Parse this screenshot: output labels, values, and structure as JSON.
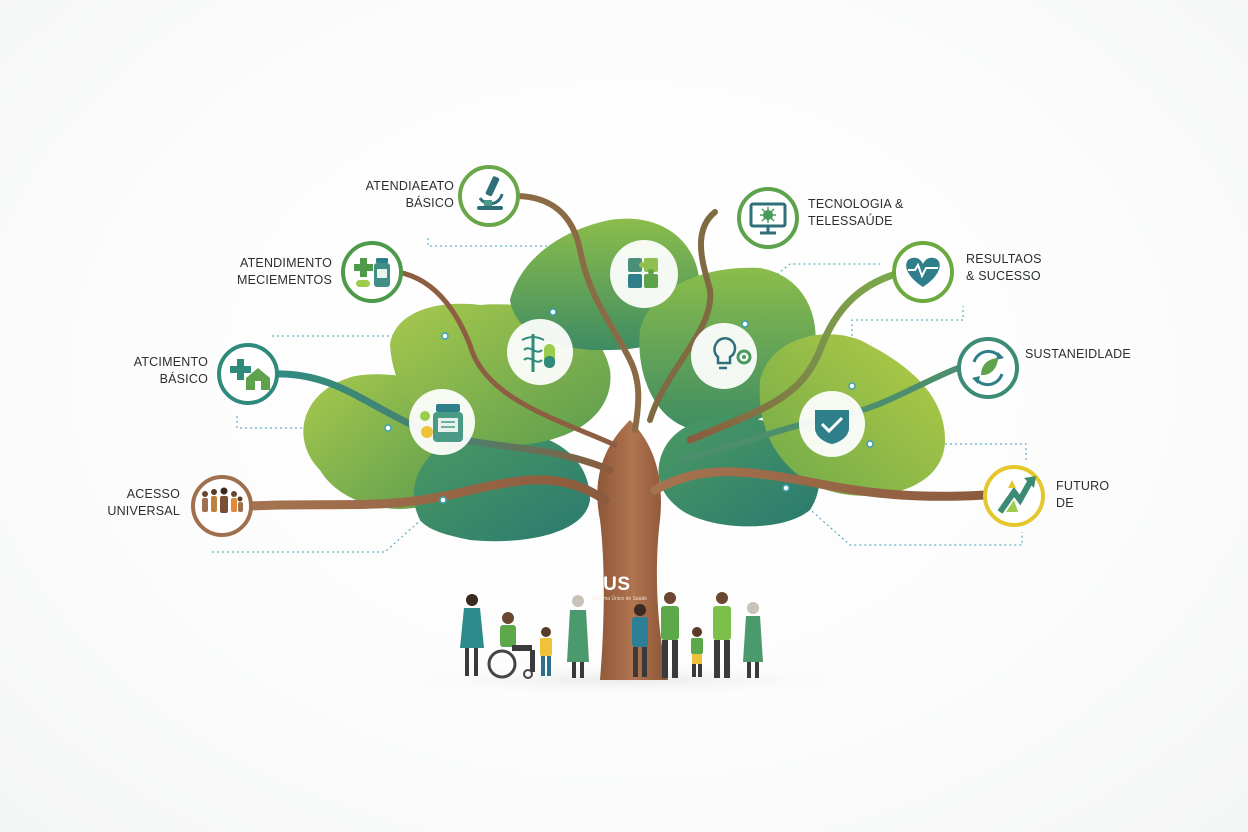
{
  "logo": {
    "name": "SUS",
    "subtitle": "Sistema Único de Saúde"
  },
  "nodes": [
    {
      "id": "acesso-universal",
      "icon": "family-group-icon",
      "color": "#a0704e",
      "label": "ACESSO\nUNIVERSAL"
    },
    {
      "id": "atendimento-basico-left",
      "icon": "clinic-plus-icon",
      "color": "#2f8a7c",
      "label": "ATCIMENTO\nBÁSICO"
    },
    {
      "id": "atendimento-medicamentos",
      "icon": "medicine-bottle-icon",
      "color": "#4e9a4b",
      "label": "ATENDIMENTO\nMECIEMENTOS"
    },
    {
      "id": "atendimento-basico-top",
      "icon": "microscope-icon",
      "color": "#6aa64a",
      "label": "ATENDIAEATO\nBÁSICO"
    },
    {
      "id": "tecnologia",
      "icon": "monitor-virus-icon",
      "color": "#5fa24c",
      "label": "TECNOLOGIA &\nTELESSAÚDE"
    },
    {
      "id": "resultados",
      "icon": "heart-pulse-icon",
      "color": "#6caa3e",
      "label": "RESULTAOS\n& SUCESSO"
    },
    {
      "id": "sustentabilidade",
      "icon": "recycle-leaf-icon",
      "color": "#3c8b75",
      "label": "SUSTANEIDLADE"
    },
    {
      "id": "futuro",
      "icon": "growth-arrow-icon",
      "color": "#e3c72b",
      "label": "FUTURO\nDE"
    }
  ],
  "inner_icons": [
    "puzzle-icon",
    "caduceus-capsule-icon",
    "pill-bottle-icon",
    "lightbulb-gear-icon",
    "shield-check-icon"
  ],
  "colors": {
    "trunk": "#9a6240",
    "branch": "#8d5e41",
    "canopy_light": "#9bc24c",
    "canopy_dark": "#2f7f6f",
    "people_green": "#5da84a",
    "people_teal": "#2d8a8a"
  }
}
